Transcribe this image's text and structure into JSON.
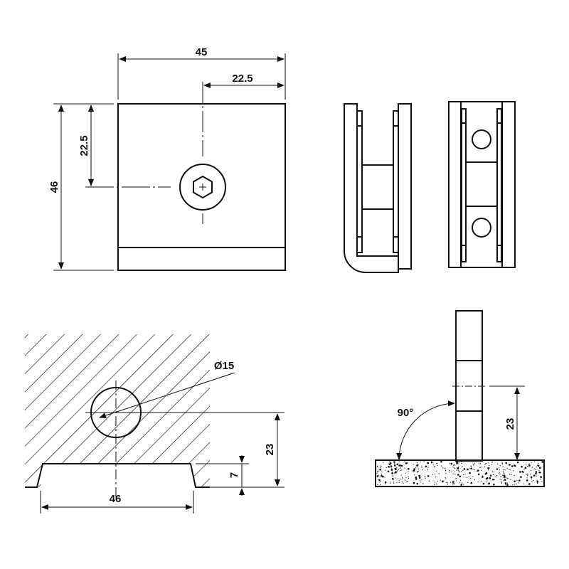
{
  "front_view": {
    "width_label": "45",
    "half_width_label": "22.5",
    "height_label": "46",
    "half_height_label": "22.5"
  },
  "glass_cutout": {
    "diameter_label": "Ø15",
    "center_height_label": "23",
    "notch_depth_label": "7",
    "notch_width_label": "46"
  },
  "installation": {
    "angle_label": "90°",
    "center_height_label": "23"
  },
  "colors": {
    "line": "#111111",
    "background": "#ffffff"
  }
}
